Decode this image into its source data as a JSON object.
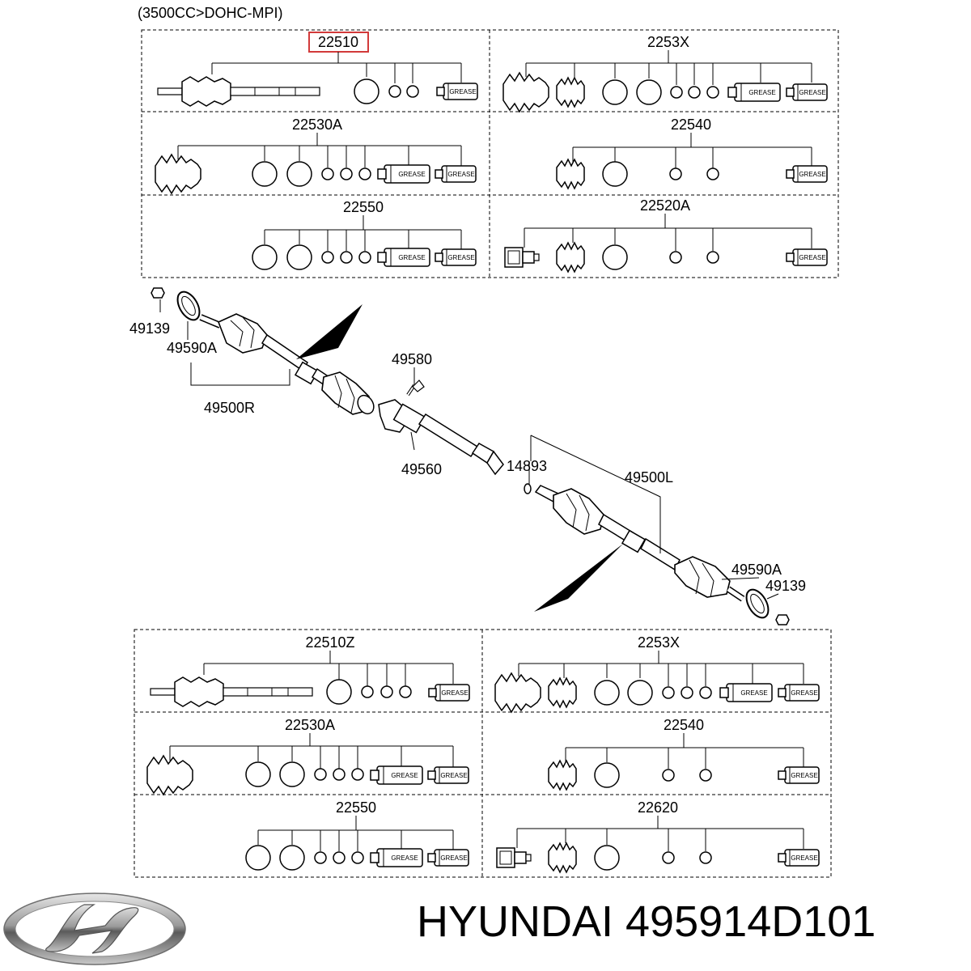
{
  "header_note": "(3500CC>DOHC-MPI)",
  "upper_kit_table": {
    "highlighted_code": "22510",
    "cells": [
      {
        "code": "22510"
      },
      {
        "code": "2253X"
      },
      {
        "code": "22530A"
      },
      {
        "code": "22540"
      },
      {
        "code": "22550"
      },
      {
        "code": "22520A"
      }
    ]
  },
  "lower_kit_table": {
    "cells": [
      {
        "code": "22510Z"
      },
      {
        "code": "2253X"
      },
      {
        "code": "22530A"
      },
      {
        "code": "22540"
      },
      {
        "code": "22550"
      },
      {
        "code": "22620"
      }
    ]
  },
  "grease_label": "GREASE",
  "callouts": {
    "washer_right": "49139",
    "boot_kit_right": "49590A",
    "shaft_right": "49500R",
    "bolt": "49580",
    "bearing_bracket": "49560",
    "snap_ring": "14893",
    "shaft_left": "49500L",
    "boot_kit_left": "49590A",
    "washer_left": "49139"
  },
  "brand": {
    "logo": "hyundai-logo",
    "text": "HYUNDAI 495914D101"
  }
}
